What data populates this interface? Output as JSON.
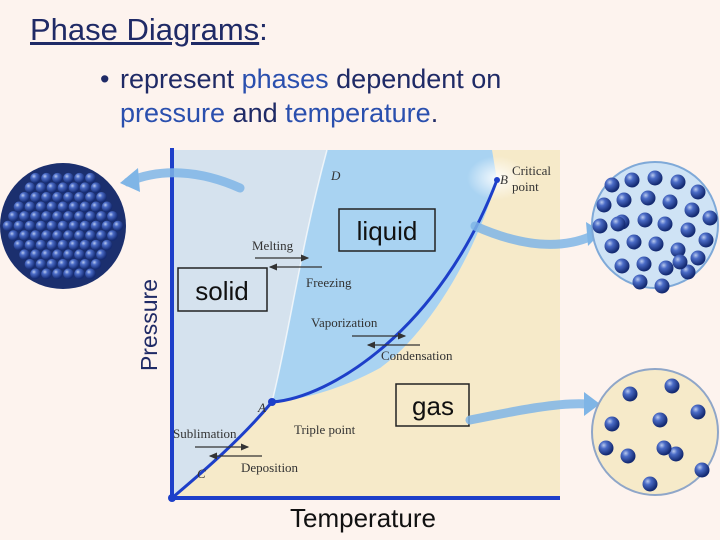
{
  "slide": {
    "title": "Phase Diagrams",
    "title_suffix": ":",
    "bullet": {
      "symbol": "•",
      "parts": [
        {
          "text": "represent ",
          "highlight": false
        },
        {
          "text": "phases",
          "highlight": true
        },
        {
          "text": " dependent on",
          "highlight": false
        }
      ],
      "line2": [
        {
          "text": "pressure",
          "highlight": true
        },
        {
          "text": " and ",
          "highlight": false
        },
        {
          "text": "temperature",
          "highlight": true
        },
        {
          "text": ".",
          "highlight": false
        }
      ]
    }
  },
  "diagram": {
    "axis_y": "Pressure",
    "axis_x": "Temperature",
    "regions": {
      "solid": "solid",
      "liquid": "liquid",
      "gas": "gas"
    },
    "points": {
      "A": "A",
      "B": "B",
      "C": "C",
      "D": "D"
    },
    "labels": {
      "critical_point_line1": "Critical",
      "critical_point_line2": "point",
      "triple_point": "Triple point",
      "melting": "Melting",
      "freezing": "Freezing",
      "vaporization": "Vaporization",
      "condensation": "Condensation",
      "sublimation": "Sublimation",
      "deposition": "Deposition"
    },
    "colors": {
      "solid_region": "#d5e2ee",
      "liquid_region": "#a9d3f2",
      "gas_region": "#f6eac9",
      "curve": "#1d3fc9",
      "sphere": "#2d4fa8",
      "title_text": "#1f2a66"
    }
  }
}
